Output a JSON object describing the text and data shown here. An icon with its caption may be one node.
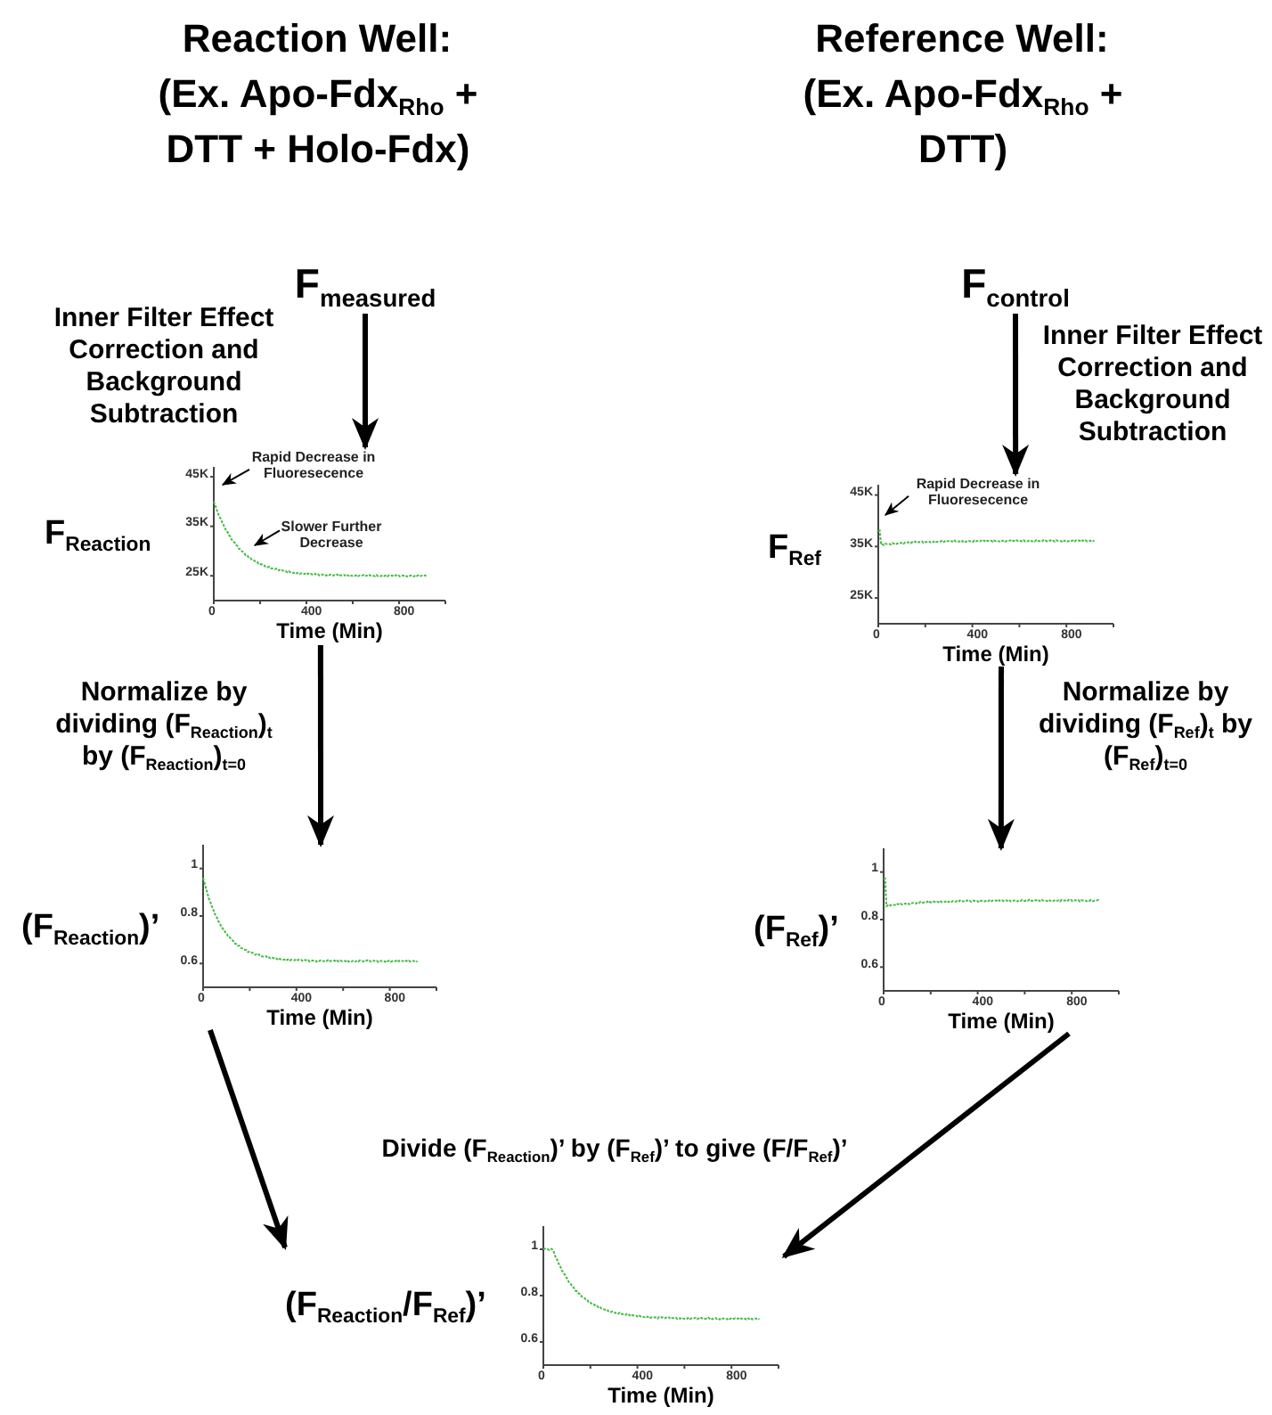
{
  "diagram": {
    "nodes": [
      {
        "text": [
          "F$_{measured}$"
        ]
      },
      {
        "text": [
          "F$_{control}$"
        ]
      },
      {
        "text": [
          "F$_{Reaction}$",
          "45K",
          "35K",
          "25K",
          "0",
          "400",
          "800",
          "Time (Min)"
        ]
      },
      {
        "text": [
          "F$_{Ref}$",
          "45K",
          "35K",
          "25K",
          "0",
          "400",
          "800",
          "Time (Min)"
        ]
      },
      {
        "text": [
          "(F$_{Reaction}$)’",
          "1",
          "0.8",
          "0.6",
          "0",
          "400",
          "800",
          "Time (Min)"
        ]
      },
      {
        "text": [
          "(F$_{Ref}$)’",
          "1",
          "0.8",
          "0.6",
          "0",
          "400",
          "800",
          "Time (Min)"
        ]
      },
      {
        "text": [
          "(F$_{Reaction}$/F$_{Ref}$)’",
          "1",
          "0.8",
          "0.6",
          "0",
          "400",
          "800",
          "Time (Min)"
        ]
      },
      {
        "text": [
          "Rapid Decrease in Fluoresecence"
        ],
        "in": 2
      },
      {
        "text": [
          "Slower Further Decrease"
        ],
        "in": 2
      },
      {
        "text": [
          "Rapid Decrease in Fluoresecence"
        ],
        "in": 3
      }
    ],
    "edges": [
      {
        "from": 0,
        "to": 2,
        "arrow": "to",
        "label": "Inner Filter Effect Correction and Background Subtraction"
      },
      {
        "from": 1,
        "to": 3,
        "arrow": "to",
        "label": "Inner Filter Effect Correction and Background Subtraction"
      },
      {
        "from": 2,
        "to": 4,
        "arrow": "to",
        "label": "Normalize by dividing (F$_{Reaction}$)$_{t}$ by (F$_{Reaction}$)$_{t=0}$"
      },
      {
        "from": 3,
        "to": 5,
        "arrow": "to",
        "label": "Normalize by dividing (F$_{Ref}$)$_{t}$ by (F$_{Ref}$)$_{t=0}$"
      },
      {
        "from": 4,
        "to": 6,
        "arrow": "to"
      },
      {
        "from": 5,
        "to": 6,
        "arrow": "to"
      },
      {
        "from": 7,
        "to": null,
        "arrow": "to"
      },
      {
        "from": 8,
        "to": null,
        "arrow": "to"
      },
      {
        "from": 9,
        "to": null,
        "arrow": "to"
      }
    ],
    "labels": [
      "Reaction Well:",
      "(Ex.  Apo-Fdx$_{Rho}$ + DTT + Holo-Fdx)",
      "Reference Well:",
      "(Ex.  Apo-Fdx$_{Rho}$ + DTT)",
      "Divide (F$_{Reaction}$)’ by (F$_{Ref}$)’ to give (F/F$_{Ref}$)’"
    ]
  }
}
